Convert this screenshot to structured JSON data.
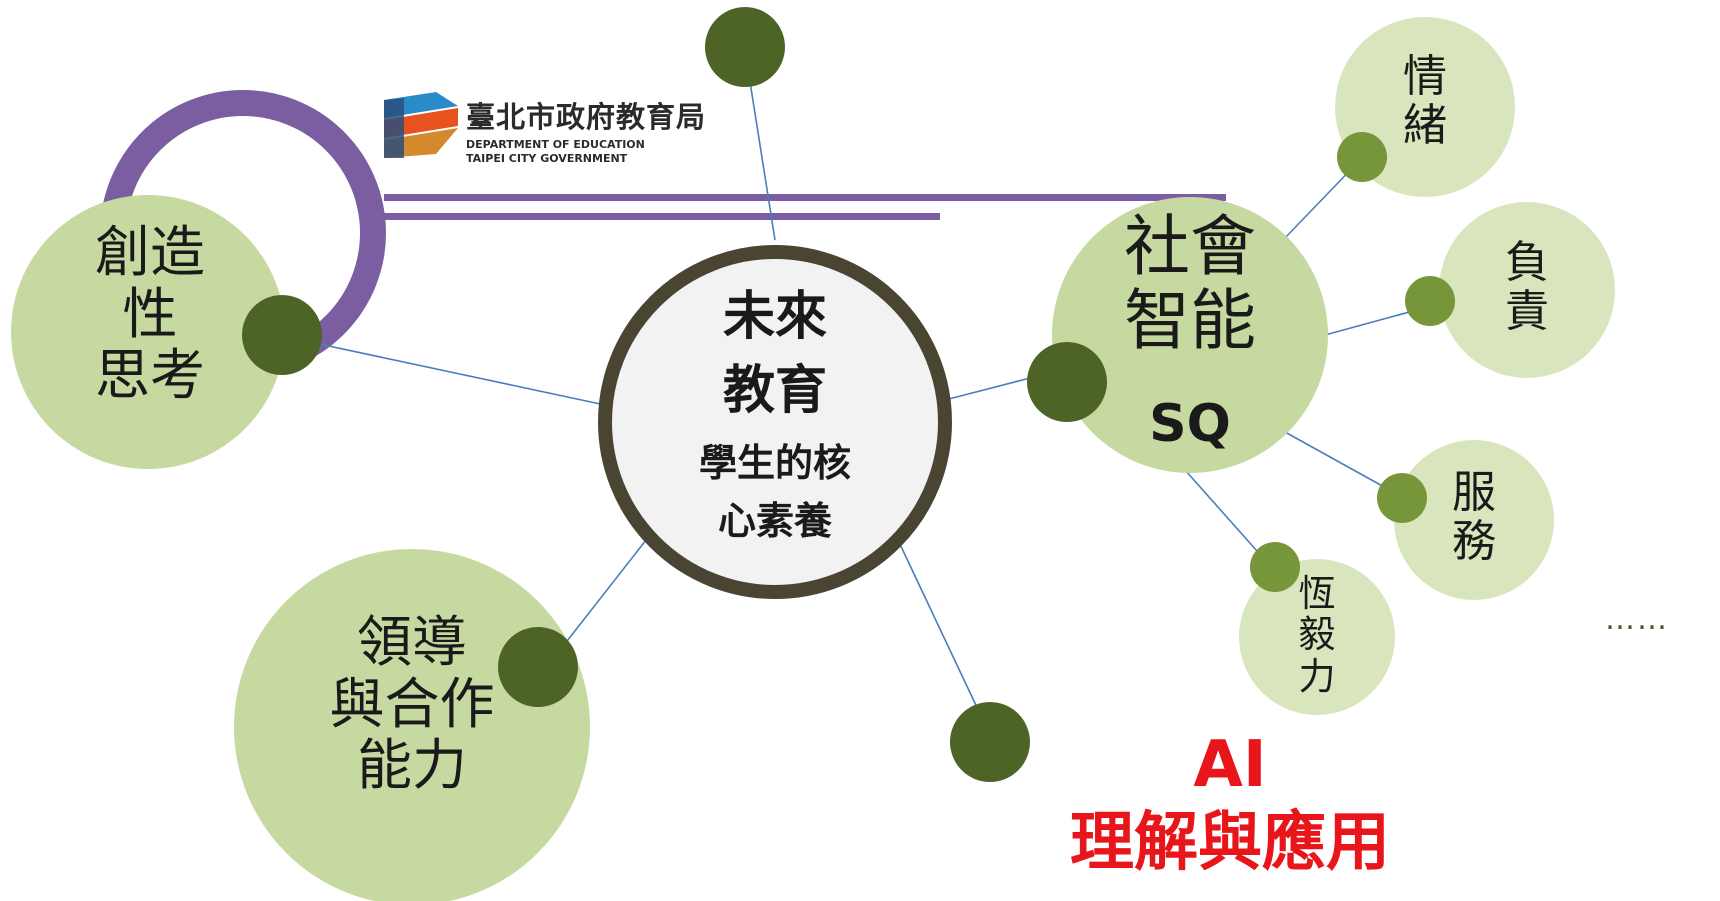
{
  "logo": {
    "title": "臺北市政府教育局",
    "line1": "DEPARTMENT OF EDUCATION",
    "line2": "TAIPEI CITY GOVERNMENT"
  },
  "center": {
    "line1": "未來",
    "line2": "教育",
    "line3": "學生的核",
    "line4": "心素養"
  },
  "nodes": {
    "creativity": "創造\n性\n思考",
    "leadership": "領導\n與合作\n能力",
    "social": "社會\n智能",
    "social_suffix": "SQ"
  },
  "sq_branches": {
    "emotion": "情\n緒",
    "responsibility": "負\n責",
    "service": "服\n務",
    "perseverance": "恆\n毅\n力"
  },
  "ai": {
    "line1": "AI",
    "line2": "理解與應用"
  },
  "more": "……",
  "colors": {
    "light_green": "#c6d9a0",
    "lighter_green": "#d9e6bd",
    "dark_green": "#4e6427",
    "mid_green": "#77963a",
    "line_blue": "#4a7ebb",
    "purple": "#7b5ea1",
    "center_ring": "#4a4533",
    "red": "#e8161b"
  }
}
